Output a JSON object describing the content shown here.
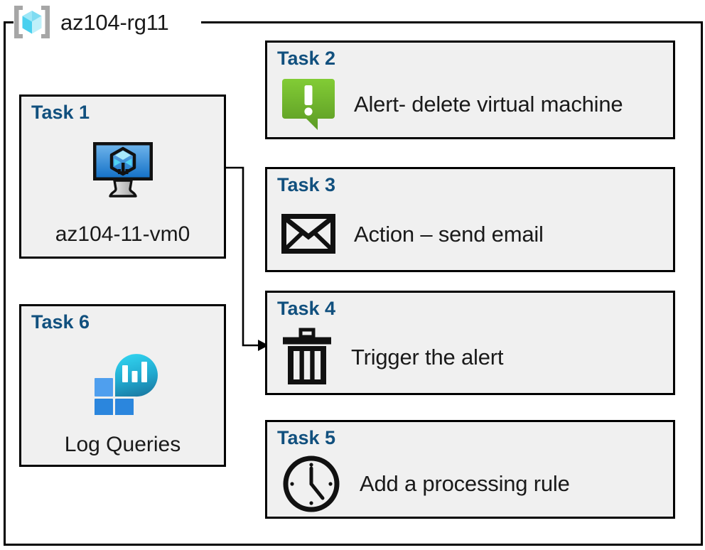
{
  "resource_group": {
    "name": "az104-rg11",
    "icon": "resource-group-cube-icon"
  },
  "colors": {
    "task_title": "#11507e",
    "card_background": "#f0f0f0",
    "card_border": "#000000",
    "page_background": "#ffffff",
    "alert_green_light": "#7cc832",
    "alert_green_dark": "#5f9c26",
    "vm_screen_blue_light": "#5fa8e8",
    "vm_screen_blue_dark": "#1673c8",
    "log_cyan": "#2ac7e8",
    "log_teal": "#1b7fa9",
    "log_square_light": "#4f9fee",
    "log_square_mid": "#2b86dd"
  },
  "cards": [
    {
      "id": "task1",
      "title": "Task 1",
      "label": "az104-11-vm0",
      "icon": "virtual-machine-icon",
      "layout": "vertical"
    },
    {
      "id": "task2",
      "title": "Task 2",
      "label": "Alert- delete virtual machine",
      "icon": "alert-exclamation-icon",
      "layout": "horizontal"
    },
    {
      "id": "task3",
      "title": "Task 3",
      "label": "Action – send email",
      "icon": "envelope-icon",
      "layout": "horizontal"
    },
    {
      "id": "task4",
      "title": "Task 4",
      "label": "Trigger the alert",
      "icon": "trash-delete-icon",
      "layout": "horizontal"
    },
    {
      "id": "task5",
      "title": "Task 5",
      "label": "Add a processing rule",
      "icon": "clock-icon",
      "layout": "horizontal"
    },
    {
      "id": "task6",
      "title": "Task 6",
      "label": "Log Queries",
      "icon": "log-analytics-icon",
      "layout": "vertical"
    }
  ],
  "connector": {
    "from": "task1-virtual-machine-icon",
    "to": "task4-card",
    "arrow": "arrowhead-right"
  }
}
